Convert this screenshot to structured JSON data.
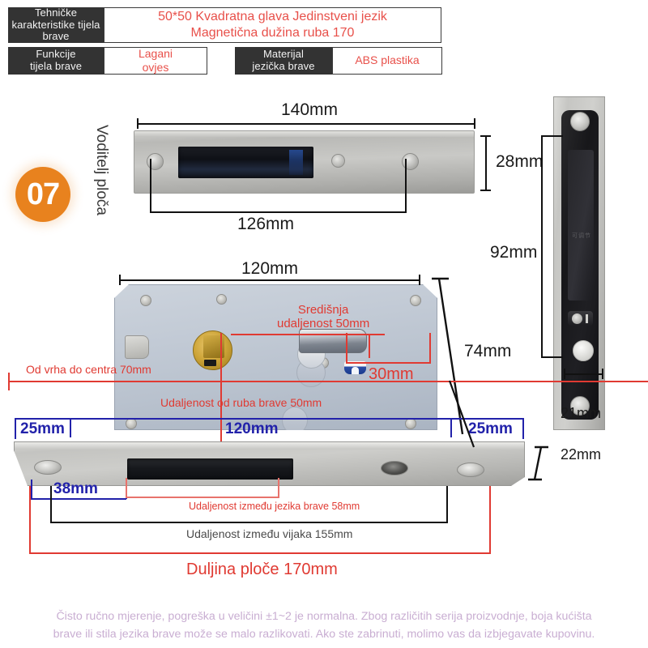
{
  "spec_table": {
    "rows": [
      {
        "label": "Tehničke\nkarakteristike tijela\nbrave",
        "label_l1": "Tehničke",
        "label_l2": "karakteristike tijela",
        "label_l3": "brave",
        "value_l1": "50*50 Kvadratna glava Jedinstveni jezik",
        "value_l2": "Magnetična dužina ruba 170"
      }
    ],
    "func_label_l1": "Funkcije",
    "func_label_l2": "tijela brave",
    "func_value_l1": "Lagani",
    "func_value_l2": "ovjes",
    "mat_label_l1": "Materijal",
    "mat_label_l2": "jezička brave",
    "mat_value": "ABS plastika"
  },
  "badge": {
    "number": "07"
  },
  "vertical_label": "Voditelj ploča",
  "strike_plate": {
    "width_label": "140mm",
    "height_label": "28mm",
    "hole_spacing_label": "126mm"
  },
  "lock_body": {
    "width_label": "120mm",
    "height_label": "74mm",
    "backset_label_l1": "Središnja",
    "backset_label_l2": "udaljenost 50mm",
    "bolt_width_label": "30mm",
    "top_to_center_label": "Od vrha do centra 70mm",
    "edge_distance_label": "Udaljenost od ruba brave 50mm"
  },
  "faceplate": {
    "left_margin_label": "25mm",
    "center_label": "120mm",
    "right_margin_label": "25mm",
    "thickness_label": "22mm",
    "slot_offset_label": "38mm",
    "latch_spacing_label": "Udaljenost između jezika brave 58mm",
    "screw_spacing_label": "Udaljenost između vijaka 155mm",
    "plate_length_label": "Duljina ploče 170mm"
  },
  "strike_box": {
    "height_label": "92mm",
    "width_label": "21mm",
    "molded_text": "可调节"
  },
  "disclaimer": {
    "line1": "Čisto ručno mjerenje, pogreška u veličini ±1~2 je normalna. Zbog različitih serija proizvodnje, boja kućišta",
    "line2": "brave ili stila jezika brave može se malo razlikovati. Ako ste zabrinuti, molimo vas da izbjegavate kupovinu."
  },
  "colors": {
    "badge_orange": "#e8821e",
    "spec_label_bg": "#333333",
    "spec_value_text": "#e8504a",
    "red_dim": "#e03a32",
    "blue_dim": "#2222aa",
    "black_dim": "#1a1a1a",
    "disclaimer": "#c9aed2"
  }
}
